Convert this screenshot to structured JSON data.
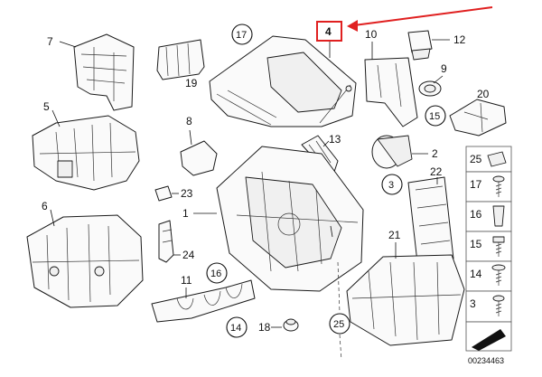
{
  "callouts": {
    "c1": "1",
    "c2": "2",
    "c3": "3",
    "c4": "4",
    "c5": "5",
    "c6": "6",
    "c7": "7",
    "c8": "8",
    "c9": "9",
    "c10": "10",
    "c11": "11",
    "c12": "12",
    "c13": "13",
    "c14": "14",
    "c15": "15",
    "c16": "16",
    "c17": "17",
    "c18": "18",
    "c19": "19",
    "c20": "20",
    "c21": "21",
    "c22": "22",
    "c23": "23",
    "c24": "24",
    "c25": "25"
  },
  "legend": [
    {
      "label": "25"
    },
    {
      "label": "17"
    },
    {
      "label": "16"
    },
    {
      "label": "15"
    },
    {
      "label": "14"
    },
    {
      "label": "3"
    }
  ],
  "drawing_number": "00234463",
  "colors": {
    "highlight": "#e02020",
    "line": "#111111"
  }
}
